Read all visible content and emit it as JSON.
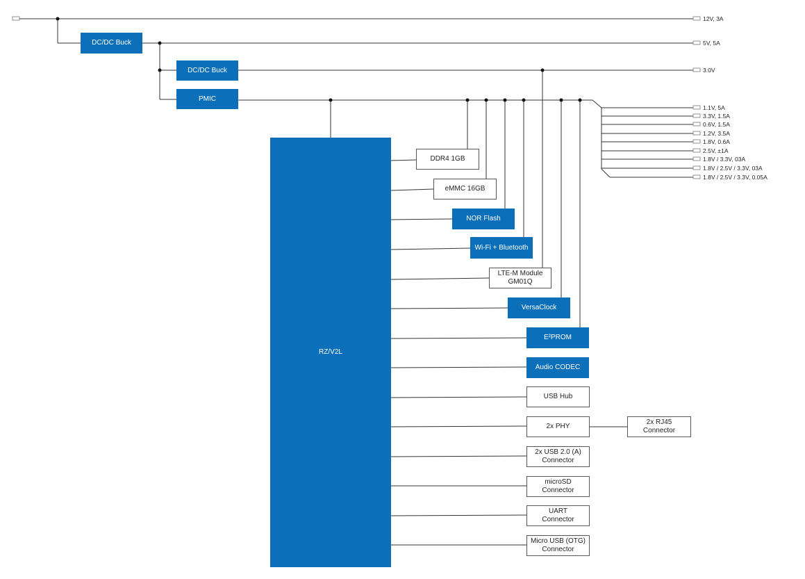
{
  "diagram": {
    "input_label": "12V, 3A",
    "rails": {
      "five_v": "5V, 5A",
      "three_v": "3.0V"
    },
    "power_blocks": {
      "dcdc_buck_1": "DC/DC Buck",
      "dcdc_buck_2": "DC/DC Buck",
      "pmic": "PMIC"
    },
    "pmic_outputs": [
      "1.1V, 5A",
      "3.3V, 1.5A",
      "0.6V, 1.5A",
      "1.2V, 3.5A",
      "1.8V, 0.6A",
      "2.5V, ±1A",
      "1.8V / 3.3V, 03A",
      "1.8V / 2.5V / 3.3V, 03A",
      "1.8V / 2.5V / 3.3V, 0.05A"
    ],
    "soc": "RZ/V2L",
    "peripherals": {
      "ddr4": "DDR4 1GB",
      "emmc": "eMMC 16GB",
      "nor_flash": "NOR Flash",
      "wifi_bt": "Wi-Fi + Bluetooth",
      "lte_line1": "LTE-M Module",
      "lte_line2": "GM01Q",
      "versaclock": "VersaClock",
      "eeprom": "E²PROM",
      "audio_codec": "Audio CODEC",
      "usb_hub": "USB Hub",
      "phy": "2x PHY",
      "rj45_line1": "2x RJ45",
      "rj45_line2": "Connector",
      "usb_a_line1": "2x USB 2.0 (A)",
      "usb_a_line2": "Connector",
      "microsd_line1": "microSD",
      "microsd_line2": "Connector",
      "uart_line1": "UART",
      "uart_line2": "Connector",
      "otg_line1": "Micro USB (OTG)",
      "otg_line2": "Connector"
    },
    "colors": {
      "block_blue": "#0b6fba",
      "line": "#333333",
      "outline": "#555555"
    }
  }
}
